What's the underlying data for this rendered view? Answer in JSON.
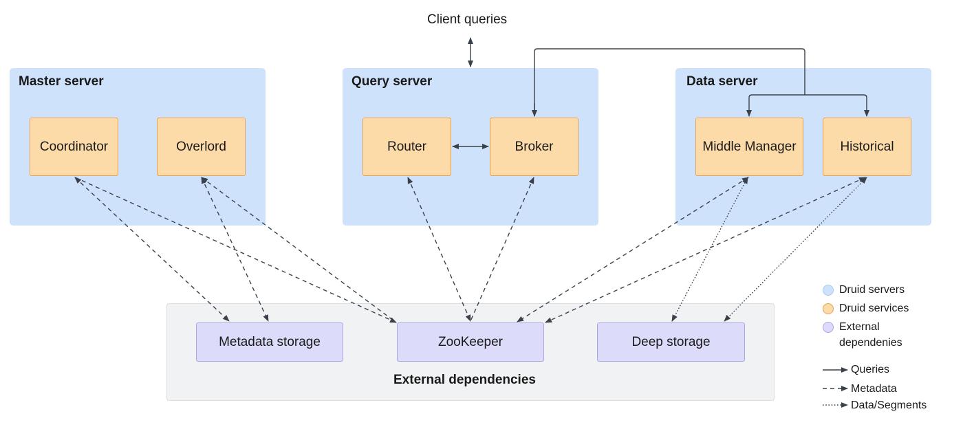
{
  "client_label": "Client queries",
  "servers": {
    "master": {
      "title": "Master server"
    },
    "query": {
      "title": "Query server"
    },
    "data": {
      "title": "Data server"
    }
  },
  "services": {
    "coordinator": "Coordinator",
    "overlord": "Overlord",
    "router": "Router",
    "broker": "Broker",
    "middle_manager": "Middle Manager",
    "historical": "Historical"
  },
  "external": {
    "title": "External dependencies",
    "metadata": "Metadata storage",
    "zookeeper": "ZooKeeper",
    "deep": "Deep storage"
  },
  "legend": {
    "druid_servers": "Druid servers",
    "druid_services": "Druid services",
    "external_line1": "External",
    "external_line2": "dependenies",
    "queries": "Queries",
    "metadata": "Metadata",
    "data_segments": "Data/Segments"
  },
  "colors": {
    "server_fill": "#cfe2fb",
    "service_fill": "#fddba8",
    "service_border": "#e8a14f",
    "external_fill": "#dcdcfa",
    "external_border": "#a9a6e3",
    "panel_fill": "#f1f2f3",
    "line": "#3b414a"
  }
}
